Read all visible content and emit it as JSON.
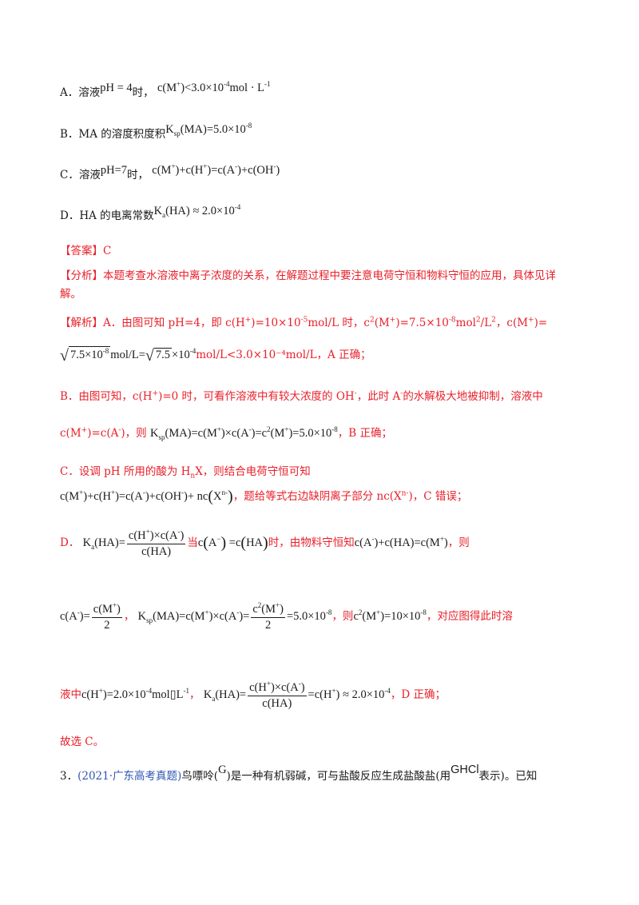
{
  "options": {
    "A": {
      "label": "A．溶液",
      "m1": "pH = 4",
      "mid": "时，",
      "m2": "c(M⁺)<3.0×10⁻⁴mol · L⁻¹"
    },
    "B": {
      "label": "B．MA 的溶度积度积",
      "m1": "Ksp(MA)=5.0×10⁻⁸"
    },
    "C": {
      "label": "C．溶液",
      "m1": "pH=7",
      "mid": "时，",
      "m2": "c(M⁺)+c(H⁺)=c(A⁻)+c(OH⁻)"
    },
    "D": {
      "label": "D．HA 的电离常数",
      "m1": "Ka(HA) ≈ 2.0×10⁻⁴"
    }
  },
  "answer": {
    "tag": "【答案】",
    "value": "C"
  },
  "analysis": {
    "tag": "【分析】",
    "line1": "本题考查水溶液中离子浓度的关系，在解题过程中要注意电荷守恒和物料守恒的应用，具体见详",
    "line2": "解。"
  },
  "detail": {
    "tag": "【解析】",
    "a1": "A．由图可知 pH=4，即 c(H⁺)=10×10⁻⁵mol/L 时，c²(M⁺)=7.5×10⁻⁸mol²/L²，c(M⁺)=",
    "a2_tail": "mol/L<3.0×10⁻⁴mol/L，A 正确；",
    "b1": "B．由图可知，c(H⁺)=0 时，可看作溶液中有较大浓度的 OH⁻，此时 A⁻的水解极大地被抑制，溶液中",
    "b2_lead": "c(M⁺)=c(A⁻)，则",
    "b2_tail": "，B 正确；",
    "c1": "C．设调 pH 所用的酸为 HₙX，则结合电荷守恒可知",
    "c2_tail": "，题给等式右边缺阴离子部分 nc(Xⁿ⁻)，C 错误；",
    "d1_lead": "D．",
    "d1_mid": "当",
    "d1_mid2": "时，由物料守恒知",
    "d1_tail": "，则",
    "d2_tail": "，对应图得此时溶",
    "d3_lead": "液中",
    "d3_tail": "，D 正确；",
    "end": "故选 C。"
  },
  "q3": {
    "num": "3．",
    "source": "(2021·广东高考真题)",
    "t1": "鸟嘌呤(",
    "g": "G",
    "t2": ")是一种有机弱碱，可与盐酸反应生成盐酸盐(用",
    "ghcl": "GHCl",
    "t3": "表示)。已知"
  }
}
